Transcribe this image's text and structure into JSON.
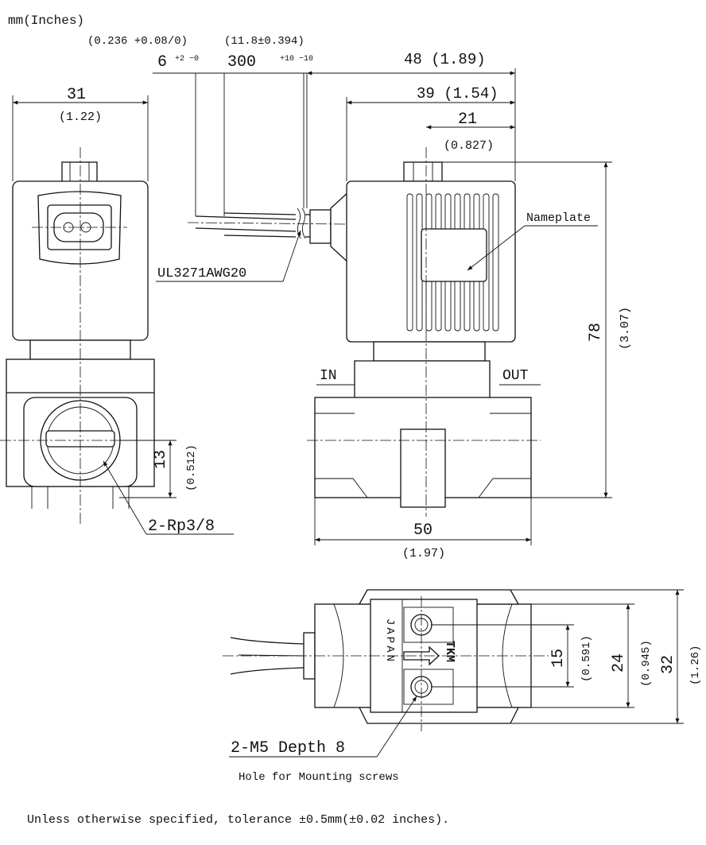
{
  "units_label": "mm(Inches)",
  "dims": {
    "lead_strip": "6",
    "lead_strip_tol": "+2 −0",
    "lead_strip_in": "(0.236 +0.08/0)",
    "lead_len": "300",
    "lead_len_tol": "+10 −10",
    "lead_len_in": "(11.8±0.394)",
    "width_31": "31",
    "width_31_in": "(1.22)",
    "d48": "48 (1.89)",
    "d39": "39 (1.54)",
    "d21": "21",
    "d21_in": "(0.827)",
    "h78": "78",
    "h78_in": "(3.07)",
    "h13": "13",
    "h13_in": "(0.512)",
    "w50": "50",
    "w50_in": "(1.97)",
    "d15": "15",
    "d15_in": "(0.591)",
    "d24": "24",
    "d24_in": "(0.945)",
    "d32": "32",
    "d32_in": "(1.26)"
  },
  "labels": {
    "cable": "UL3271AWG20",
    "nameplate": "Nameplate",
    "port_in": "IN",
    "port_out": "OUT",
    "thread": "2-Rp3/8",
    "mount": "2-M5 Depth 8",
    "mount_note": "Hole for Mounting screws",
    "japan": "JAPAN",
    "brand": "TKM"
  },
  "footer_note": "Unless otherwise specified, tolerance ±0.5mm(±0.02 inches)."
}
